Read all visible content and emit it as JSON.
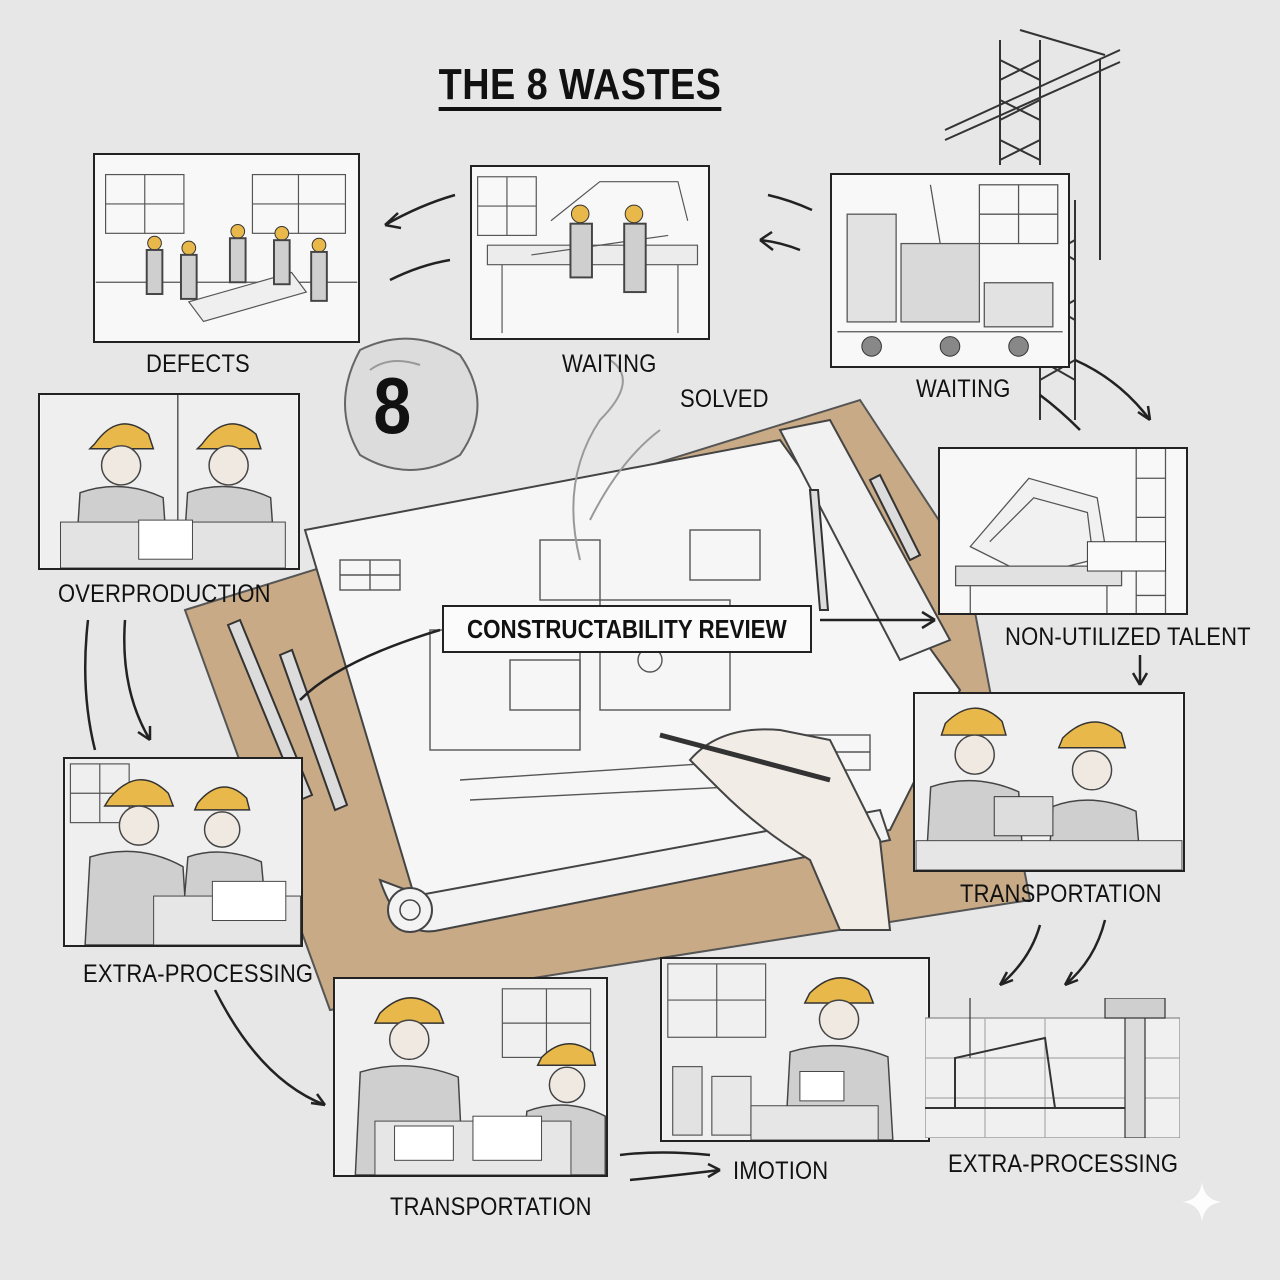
{
  "title": "THE 8 WASTES",
  "badge_number": "8",
  "solved_label": "SOLVED",
  "center_label": "CONSTRUCTABILITY REVIEW",
  "waste_labels": {
    "defects": "DEFECTS",
    "waiting_top": "WAITING",
    "waiting_right": "WAITING",
    "overproduction": "OVERPRODUCTION",
    "non_utilized_talent": "NON-UTILIZED TALENT",
    "transportation_right": "TRANSPORTATION",
    "extra_processing_left": "EXTRA-PROCESSING",
    "extra_processing_right": "EXTRA-PROCESSING",
    "motion": "IMOTION",
    "transportation_bottom": "TRANSPORTATION"
  },
  "colors": {
    "background": "#e7e7e7",
    "ink": "#222222",
    "hardhat": "#e8b84a",
    "desk_wood": "#c8ab86",
    "paper": "#f8f8f8"
  }
}
